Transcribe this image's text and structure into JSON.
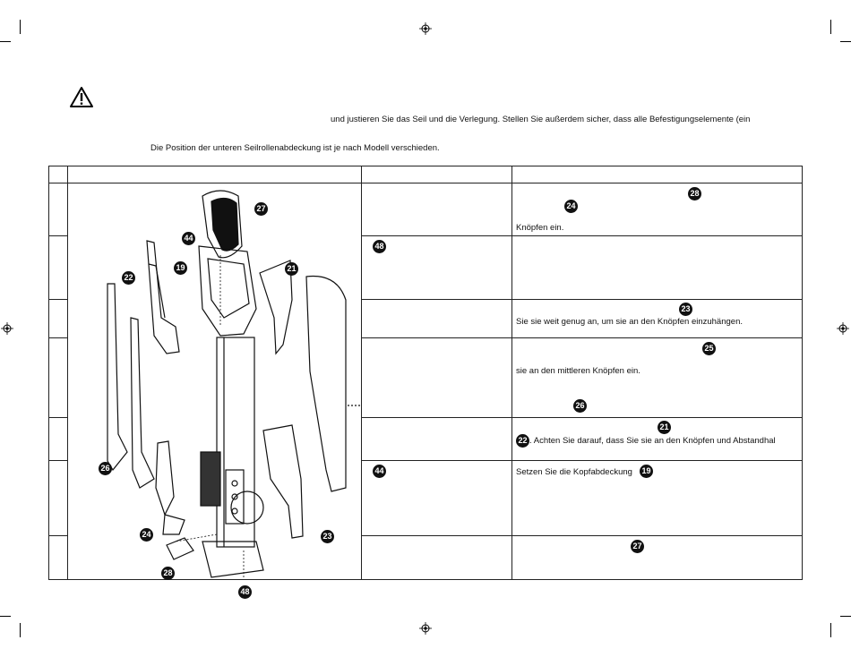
{
  "warning_icon": "warning-triangle-icon",
  "intro_text": "und justieren Sie das Seil und die Verlegung. Stellen Sie außerdem sicher, dass alle Befestigungselemente (ein",
  "note_text": "Die Position der unteren Seilrollenabdeckung ist je nach Modell verschieden.",
  "rows": [
    {
      "mid_badge": "",
      "right_badges": [
        "28",
        "24"
      ],
      "right_lines": [
        "Knöpfen ein."
      ]
    },
    {
      "mid_badge": "48",
      "right_badges": [],
      "right_lines": []
    },
    {
      "mid_badge": "",
      "right_badges": [
        "23"
      ],
      "right_lines": [
        "Sie sie weit genug an, um sie an den Knöpfen einzuhängen."
      ]
    },
    {
      "mid_badge": "",
      "right_badges": [
        "25",
        "26"
      ],
      "right_lines": [
        "sie an den mittleren Knöpfen ein."
      ]
    },
    {
      "mid_badge": "",
      "right_badges": [
        "21",
        "22"
      ],
      "right_lines": [
        ". Achten Sie darauf, dass Sie sie an den Knöpfen und Abstandhal"
      ]
    },
    {
      "mid_badge": "44",
      "right_badges": [
        "19"
      ],
      "right_lines": [
        "Setzen Sie die Kopfabdeckung"
      ]
    },
    {
      "mid_badge": "",
      "right_badges": [
        "27"
      ],
      "right_lines": []
    }
  ],
  "diagram_labels": [
    "27",
    "44",
    "19",
    "22",
    "21",
    "26",
    "24",
    "28",
    "48",
    "23"
  ]
}
